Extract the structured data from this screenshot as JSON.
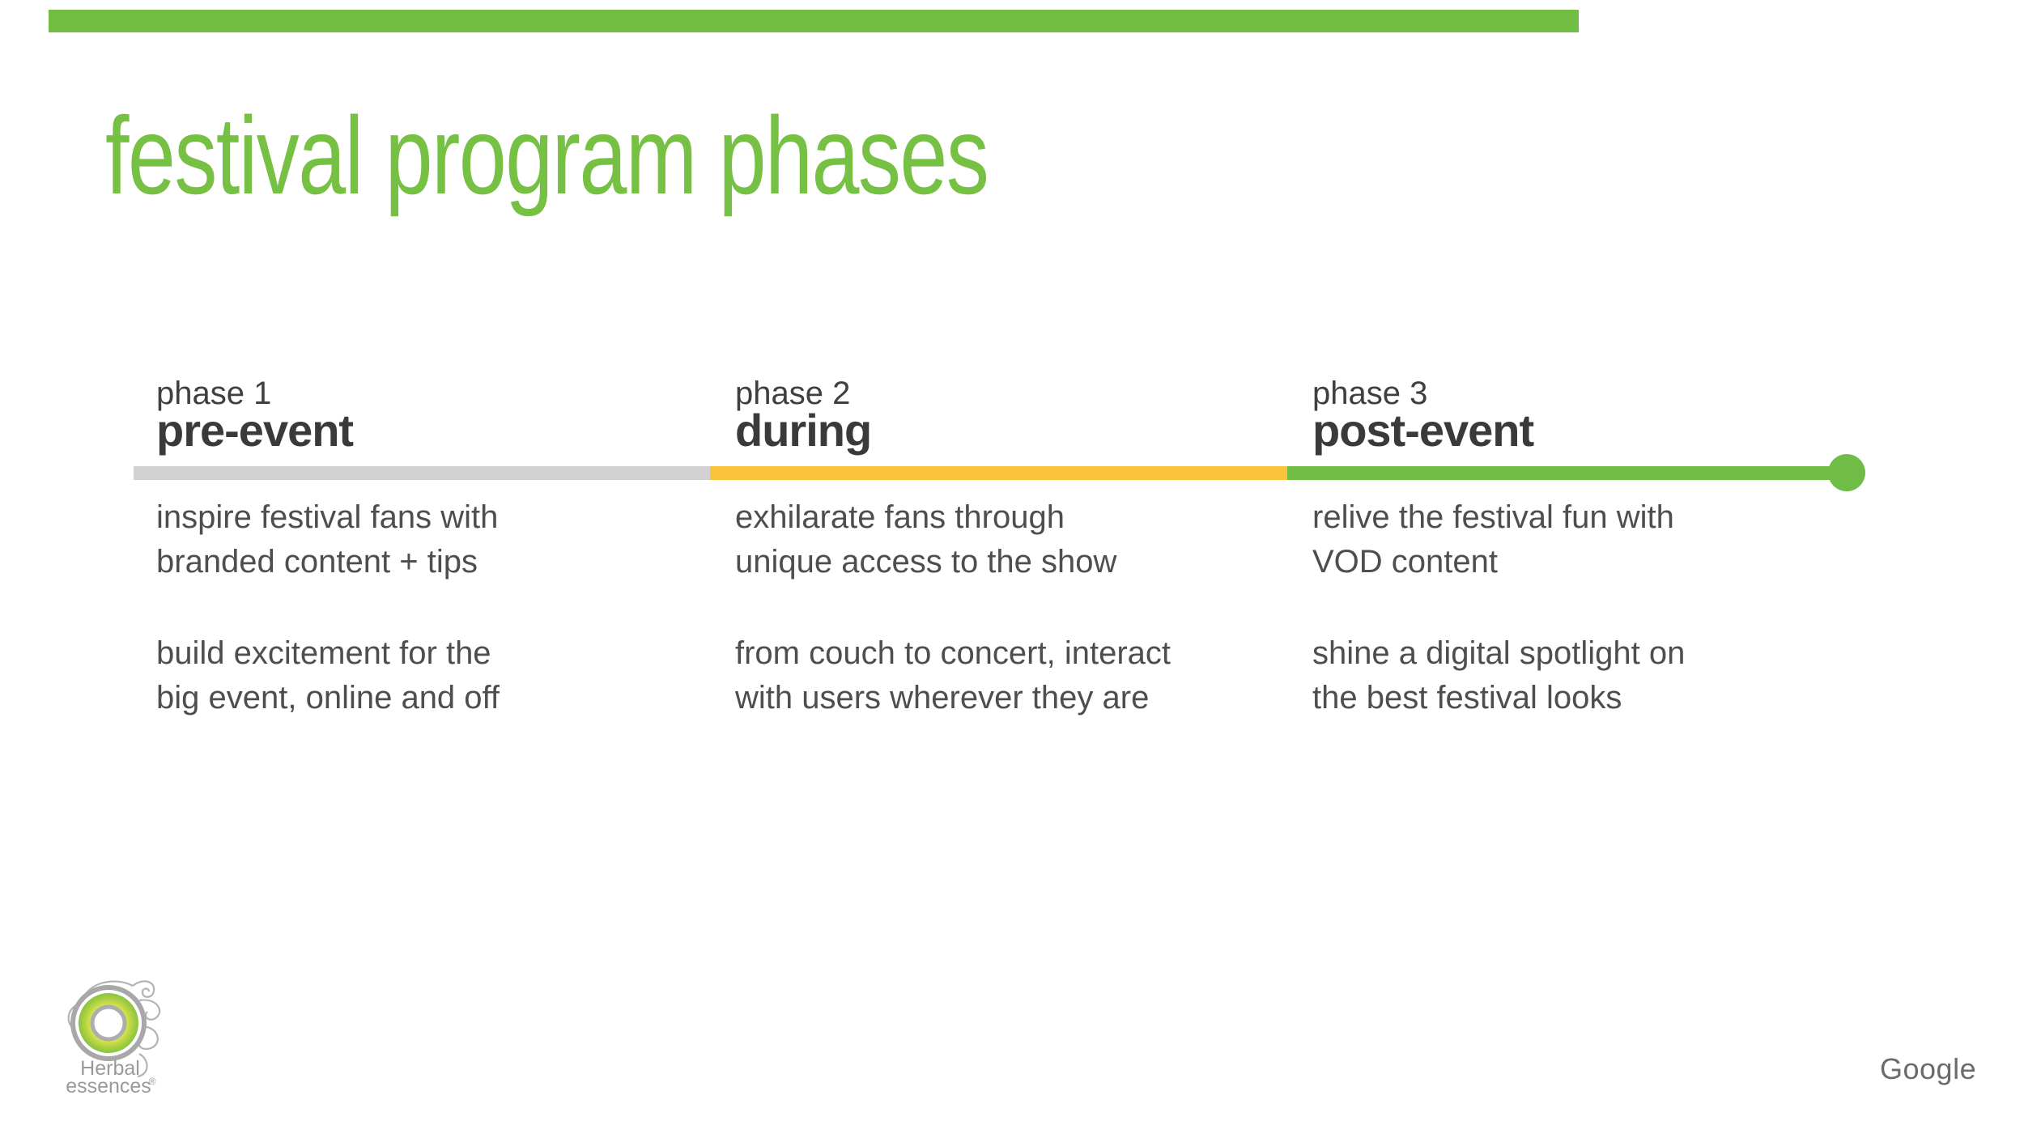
{
  "title": "festival program phases",
  "phases": [
    {
      "label": "phase 1",
      "name": "pre-event",
      "segment_color": "#d2d2d3",
      "paragraphs": [
        [
          "inspire festival fans with",
          "branded content + tips"
        ],
        [
          "build excitement for the",
          "big event, online and off"
        ]
      ]
    },
    {
      "label": "phase 2",
      "name": "during",
      "segment_color": "#fcc23d",
      "paragraphs": [
        [
          "exhilarate fans through",
          "unique access to the show"
        ],
        [
          "from couch to concert, interact",
          "with users wherever they are"
        ]
      ]
    },
    {
      "label": "phase 3",
      "name": "post-event",
      "segment_color": "#6fbc46",
      "paragraphs": [
        [
          "relive the festival fun with",
          "VOD content"
        ],
        [
          "shine a digital spotlight on",
          "the best festival looks"
        ]
      ]
    }
  ],
  "colors": {
    "top_bar": "#72be44",
    "title_green": "#76c043",
    "timeline_gray": "#d2d2d3",
    "timeline_yellow": "#fcc23d",
    "timeline_green": "#6fbc46",
    "heading_text": "#3a3a3a",
    "body_text": "#4e4e4e",
    "logo_gray": "#9a9a9a",
    "google_gray": "#6b6b6b"
  },
  "brand": {
    "line1": "Herbal",
    "line2": "essences",
    "reg": "®"
  },
  "partner": {
    "wordmark": "Google"
  }
}
